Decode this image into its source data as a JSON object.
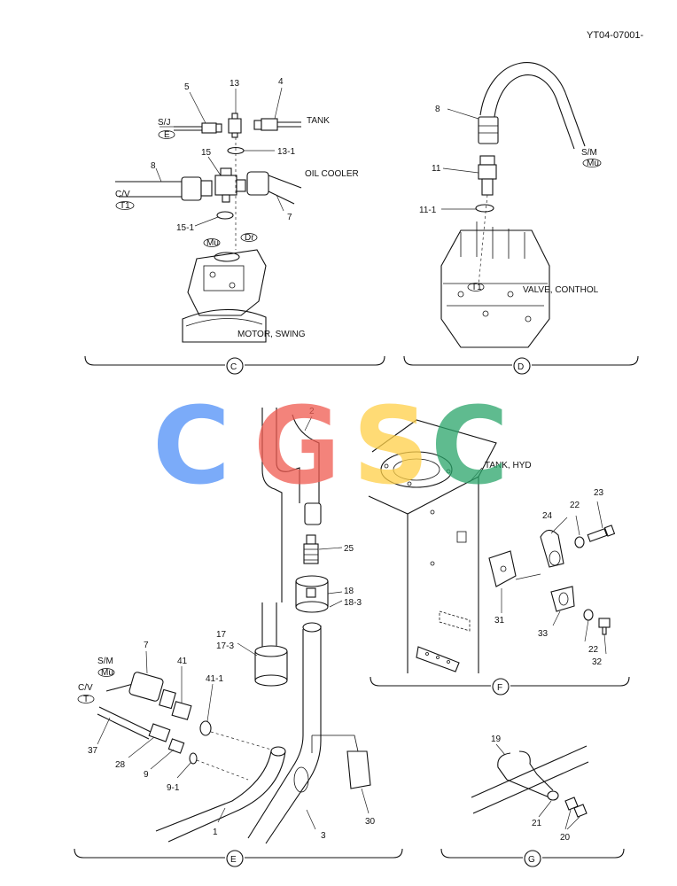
{
  "doc_code": "YT04-07001-",
  "watermark": {
    "letters": [
      "C",
      "G",
      "S",
      "C"
    ],
    "colors": [
      "#4f8ff7",
      "#f05a50",
      "#ffd048",
      "#2aa56a"
    ]
  },
  "colors": {
    "ink": "#111111",
    "paper": "#ffffff"
  },
  "sections": {
    "C": {
      "letter": "C",
      "labels": {
        "p5": "5",
        "p13": "13",
        "p4": "4",
        "sj": "S/J",
        "sj_tag": "E",
        "tank": "TANK",
        "p13_1": "13-1",
        "p15": "15",
        "p8": "8",
        "oil_cooler": "OIL COOLER",
        "cv": "C/V",
        "cv_tag": "T1",
        "p7": "7",
        "p15_1": "15-1",
        "mu_tag": "Mu",
        "dr_tag": "Dr",
        "motor": "MOTOR, SWING"
      }
    },
    "D": {
      "letter": "D",
      "labels": {
        "p8": "8",
        "sm": "S/M",
        "sm_tag": "Mu",
        "p11": "11",
        "p11_1": "11-1",
        "t1_tag": "T1",
        "valve": "VALVE, CONTHOL"
      }
    },
    "E": {
      "letter": "E",
      "labels": {
        "p2": "2",
        "p25": "25",
        "p18": "18",
        "p18_3": "18-3",
        "p17": "17",
        "p17_3": "17-3",
        "sm": "S/M",
        "sm_tag": "Mu",
        "p7": "7",
        "p41": "41",
        "p41_1": "41-1",
        "cv": "C/V",
        "cv_tag": "T",
        "p37": "37",
        "p28": "28",
        "p9": "9",
        "p9_1": "9-1",
        "p1": "1",
        "p3": "3",
        "p30": "30"
      }
    },
    "F": {
      "letter": "F",
      "labels": {
        "tank_hyd": "TANK, HYD",
        "p22a": "22",
        "p23": "23",
        "p24": "24",
        "p31": "31",
        "p33": "33",
        "p22b": "22",
        "p32": "32"
      }
    },
    "G": {
      "letter": "G",
      "labels": {
        "p19": "19",
        "p21": "21",
        "p20": "20"
      }
    }
  }
}
